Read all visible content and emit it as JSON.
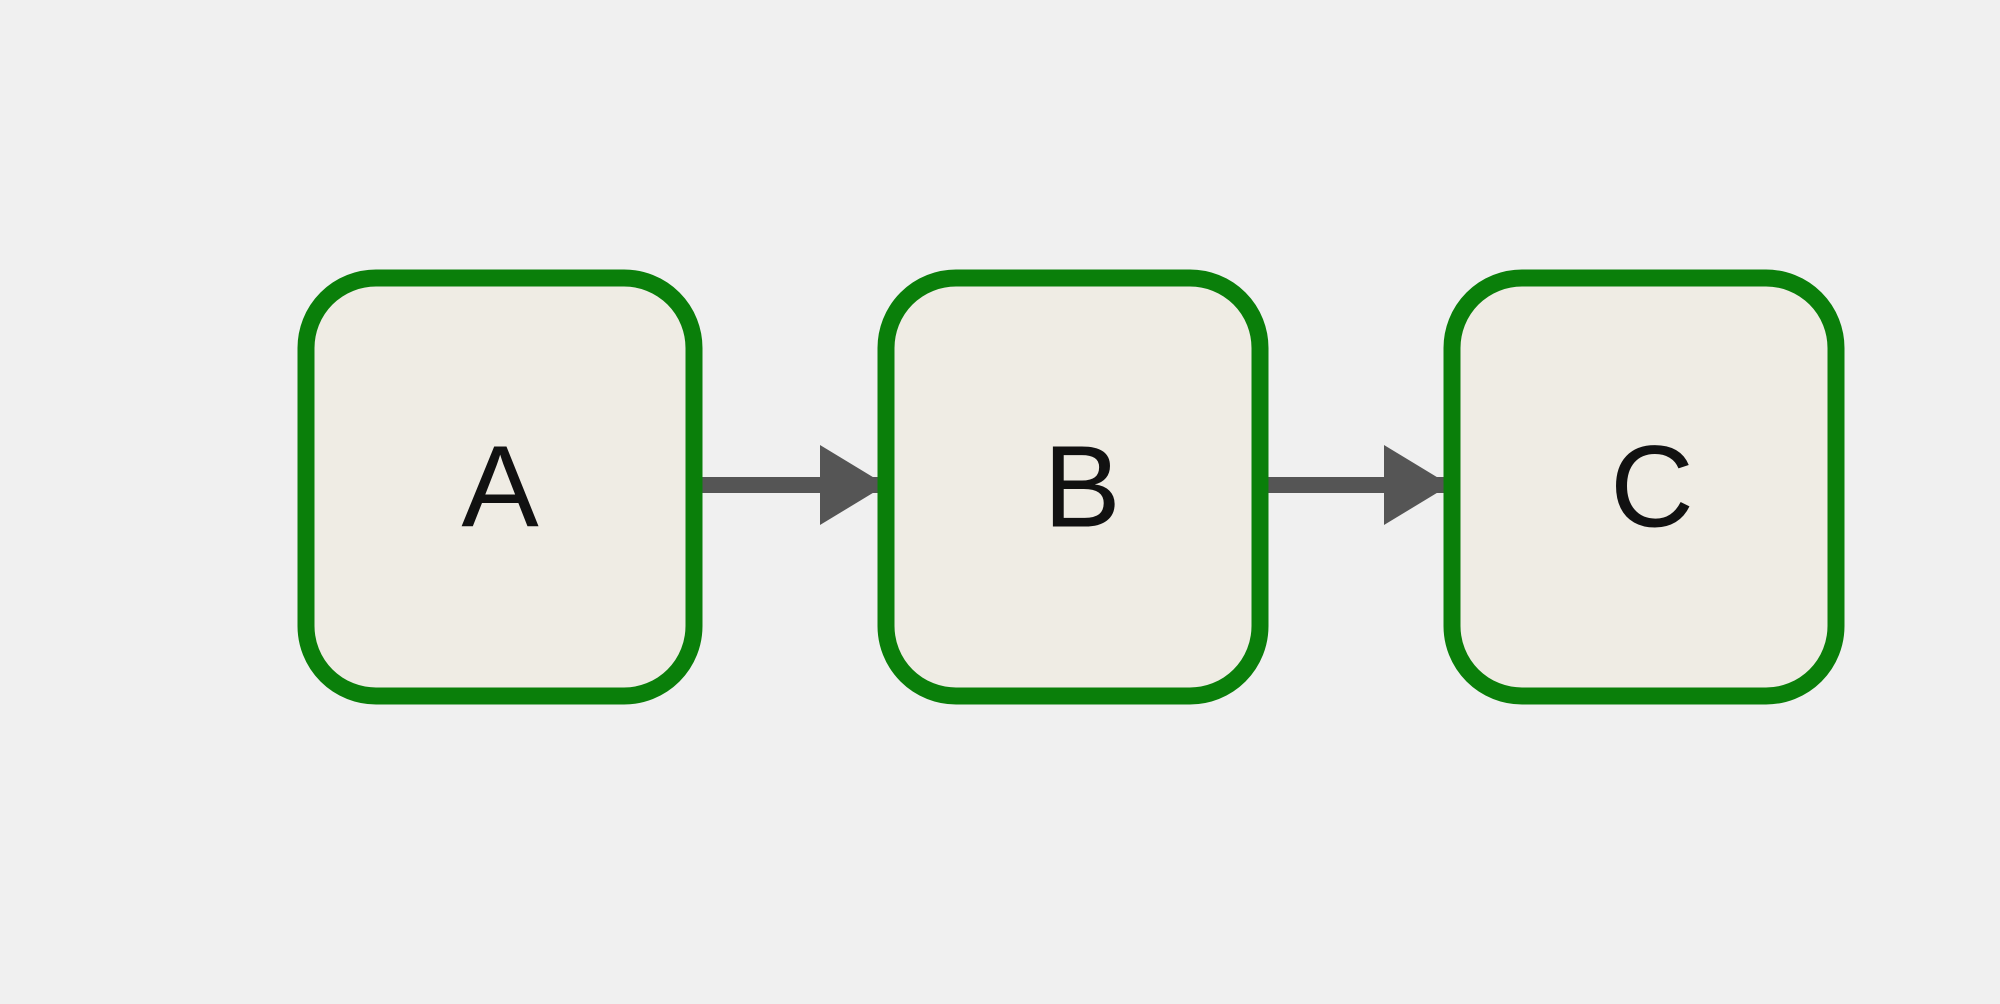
{
  "diagram": {
    "type": "flowchart",
    "direction": "left-to-right",
    "nodes": [
      {
        "id": "A",
        "label": "A"
      },
      {
        "id": "B",
        "label": "B"
      },
      {
        "id": "C",
        "label": "C"
      }
    ],
    "edges": [
      {
        "from": "A",
        "to": "B"
      },
      {
        "from": "B",
        "to": "C"
      }
    ]
  },
  "colors": {
    "background": "#f0f0f0",
    "node_fill": "#efece4",
    "node_border": "#0a7f0a",
    "edge": "#555555",
    "text": "#111111"
  }
}
